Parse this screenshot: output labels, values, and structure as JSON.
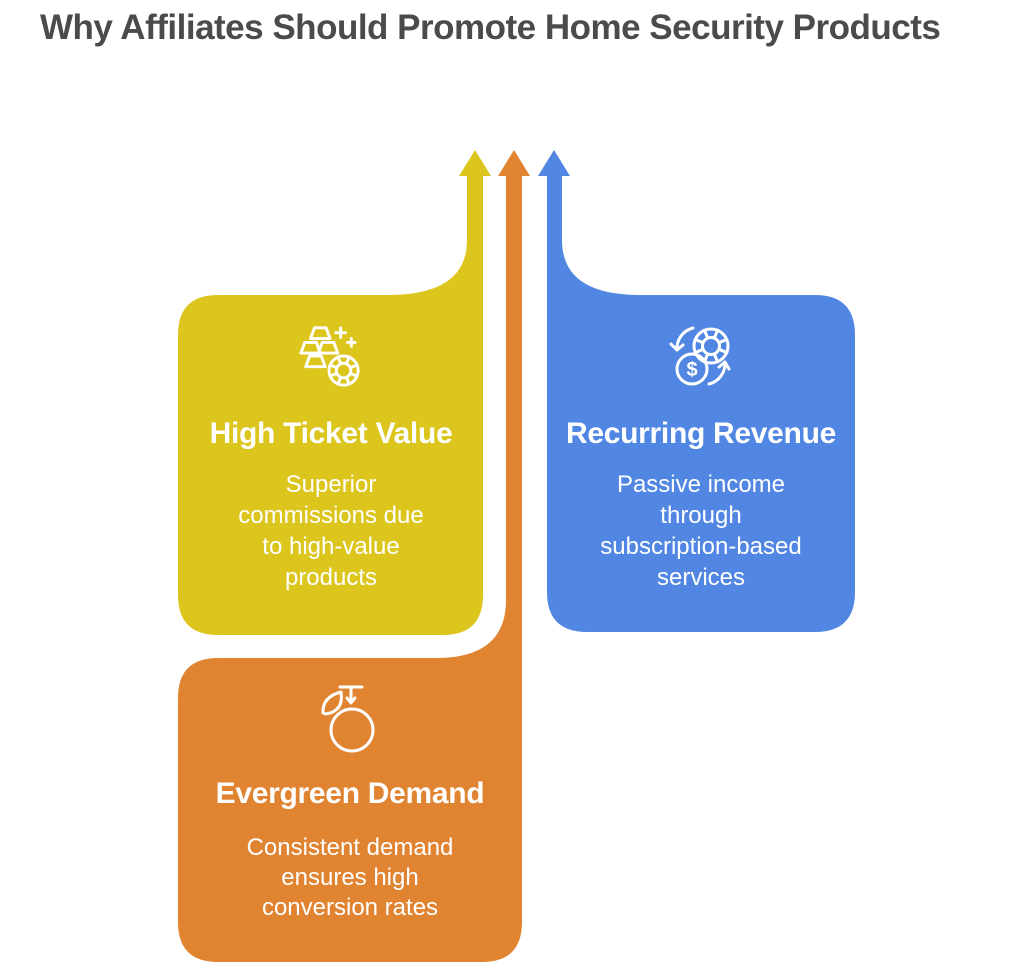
{
  "title": "Why Affiliates Should Promote Home Security Products",
  "colors": {
    "background": "#ffffff",
    "title_text": "#4b4b4e",
    "card_text": "#ffffff",
    "yellow": "#dcc51d",
    "orange": "#e08431",
    "blue": "#5187e3"
  },
  "cards": [
    {
      "heading": "High Ticket Value",
      "body_lines": [
        "Superior",
        "commissions due",
        "to high-value",
        "products"
      ],
      "icon": "gold-bars-coin-icon",
      "color_hex": "#dcc51d"
    },
    {
      "heading": "Recurring Revenue",
      "body_lines": [
        "Passive income",
        "through",
        "subscription-based",
        "services"
      ],
      "icon": "dollar-coin-refresh-icon",
      "color_hex": "#5187e3"
    },
    {
      "heading": "Evergreen Demand",
      "body_lines": [
        "Consistent demand",
        "ensures high",
        "conversion rates"
      ],
      "icon": "orange-fruit-icon",
      "color_hex": "#e08431"
    }
  ]
}
